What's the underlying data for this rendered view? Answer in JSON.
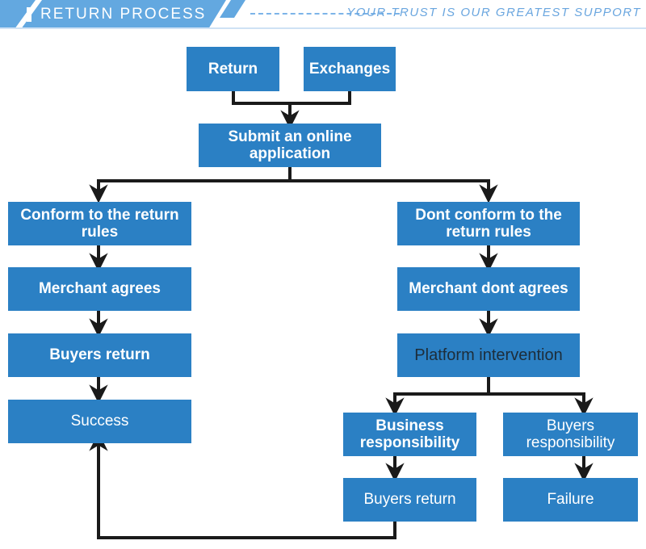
{
  "header": {
    "title": "RETURN PROCESS",
    "tagline": "YOUR TRUST IS OUR GREATEST SUPPORT",
    "accent_color": "#63a8e0",
    "dash_color": "#7cb4e8"
  },
  "diagram": {
    "node_color": "#2b80c4",
    "node_text_color": "#ffffff",
    "connector_color": "#1a1a1a",
    "nodes": [
      {
        "id": "return",
        "label": "Return"
      },
      {
        "id": "exchanges",
        "label": "Exchanges"
      },
      {
        "id": "submit",
        "label": "Submit an online application"
      },
      {
        "id": "conform",
        "label": "Conform to the return rules"
      },
      {
        "id": "merchant-agrees",
        "label": "Merchant agrees"
      },
      {
        "id": "buyers-return-left",
        "label": "Buyers return"
      },
      {
        "id": "success",
        "label": "Success"
      },
      {
        "id": "dont-conform",
        "label": "Dont conform to the return rules"
      },
      {
        "id": "merchant-dont",
        "label": "Merchant dont agrees"
      },
      {
        "id": "platform",
        "label": "Platform intervention"
      },
      {
        "id": "business-resp",
        "label": "Business responsibility"
      },
      {
        "id": "buyers-resp",
        "label": "Buyers responsibility"
      },
      {
        "id": "buyers-return-right",
        "label": "Buyers return"
      },
      {
        "id": "failure",
        "label": "Failure"
      }
    ]
  }
}
